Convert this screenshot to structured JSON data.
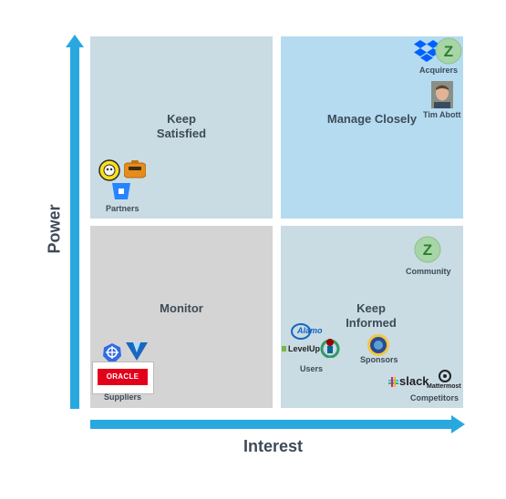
{
  "quadrants": {
    "keep_satisfied": "Keep\nSatisfied",
    "manage_closely": "Manage Closely",
    "monitor": "Monitor",
    "keep_informed": "Keep\nInformed"
  },
  "axes": {
    "x_label": "Interest",
    "y_label": "Power"
  },
  "groups": {
    "acquirers": "Acquirers",
    "tim_abott": "Tim Abott",
    "partners": "Partners",
    "suppliers": "Suppliers",
    "community": "Community",
    "users": "Users",
    "sponsors": "Sponsors",
    "competitors": "Competitors"
  },
  "logos": {
    "oracle": "ORACLE",
    "levelup": "LevelUp",
    "slack": "slack",
    "mattermost": "Mattermost",
    "alamo": "Alamo"
  },
  "colors": {
    "arrow": "#29a8e0",
    "keep_satisfied_bg": "#c9dbe3",
    "manage_closely_bg": "#b5dbf0",
    "monitor_bg": "#d4d4d4",
    "keep_informed_bg": "#c9dbe3",
    "text": "#3d4b57"
  }
}
